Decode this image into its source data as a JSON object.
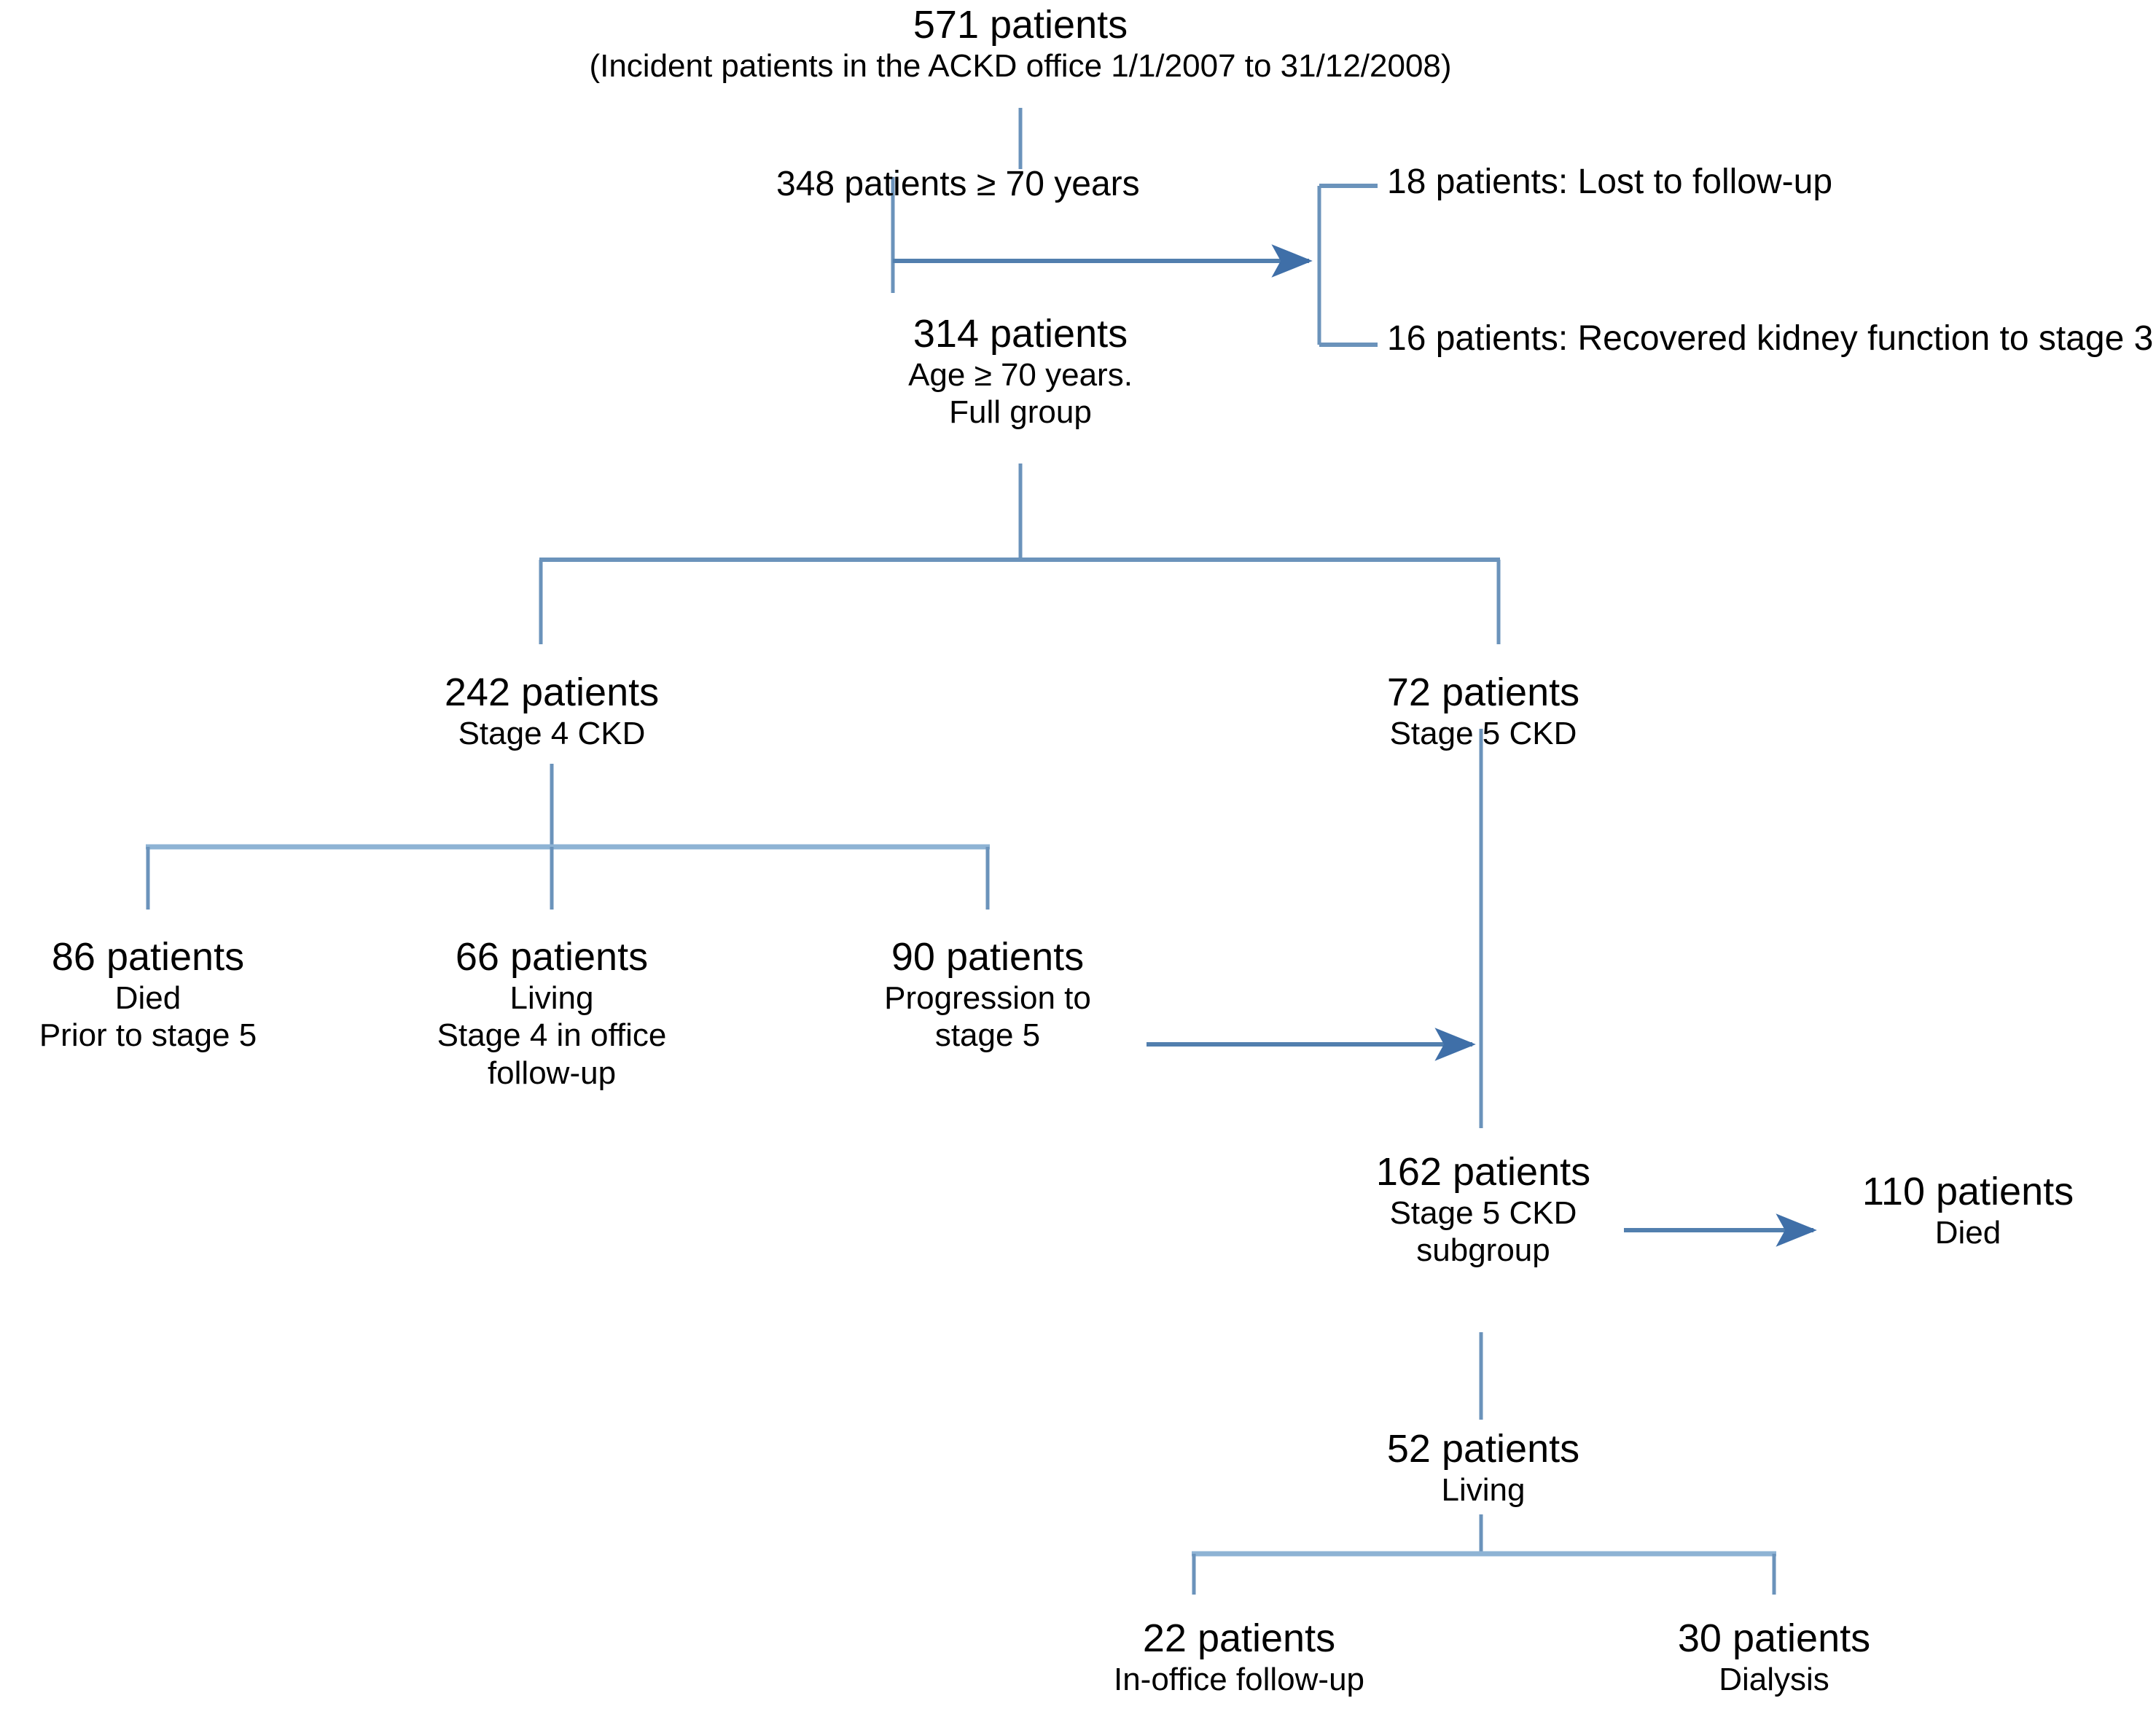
{
  "chart_data": {
    "type": "diagram",
    "title": "Patient flow diagram (ACKD office cohort)",
    "line_color": "#6b93bb",
    "text_color": "#000000",
    "background": "#ffffff"
  },
  "flow": {
    "root": {
      "count": "571 patients",
      "detail": "(Incident patients in the ACKD office 1/1/2007 to 31/12/2008)"
    },
    "eligible_label": "348 patients ≥ 70 years",
    "exclusions": [
      {
        "text": "18 patients: Lost to follow-up"
      },
      {
        "text": "16 patients: Recovered kidney function to stage 3"
      }
    ],
    "full_group": {
      "count": "314 patients",
      "line2": "Age ≥ 70 years.",
      "line3": "Full group"
    },
    "stage4": {
      "count": "242 patients",
      "line2": "Stage 4 CKD"
    },
    "stage5": {
      "count": "72 patients",
      "line2": "Stage 5 CKD"
    },
    "stage4_outcomes": [
      {
        "count": "86 patients",
        "line2": "Died",
        "line3": "Prior to stage 5"
      },
      {
        "count": "66 patients",
        "line2": "Living",
        "line3": "Stage 4 in office",
        "line4": "follow-up"
      },
      {
        "count": "90 patients",
        "line2": "Progression to",
        "line3": "stage 5"
      }
    ],
    "stage5_subgroup": {
      "count": "162 patients",
      "line2": "Stage 5 CKD",
      "line3": "subgroup"
    },
    "subgroup_died": {
      "count": "110 patients",
      "line2": "Died"
    },
    "subgroup_living": {
      "count": "52 patients",
      "line2": "Living"
    },
    "living_outcomes": [
      {
        "count": "22 patients",
        "line2": "In-office follow-up"
      },
      {
        "count": "30 patients",
        "line2": "Dialysis"
      }
    ]
  }
}
